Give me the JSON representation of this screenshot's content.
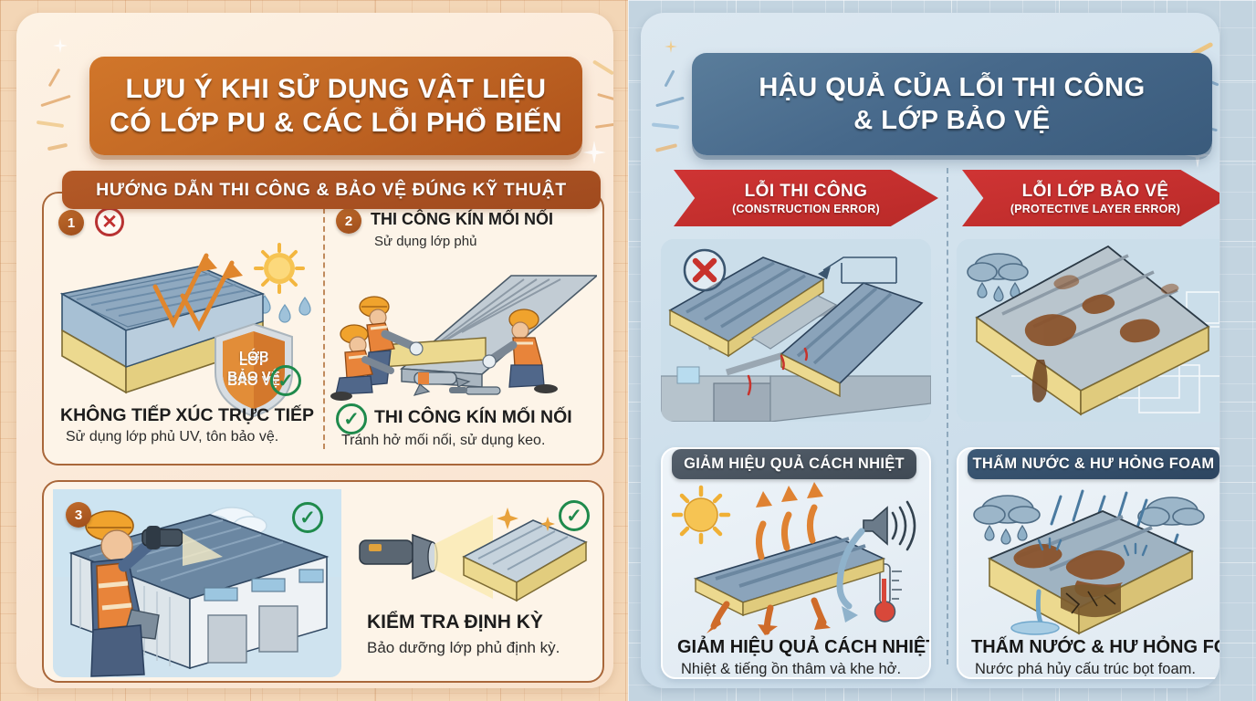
{
  "left": {
    "title_line1": "LƯU Ý KHI SỬ DỤNG VẬT LIỆU",
    "title_line2": "CÓ LỚP PU & CÁC LỖI PHỔ BIẾN",
    "sub_header": "HƯỚNG DẪN THI CÔNG & BẢO VỆ ĐÚNG KỸ THUẬT",
    "items": [
      {
        "number": "1",
        "shield_line1": "LỚP",
        "shield_line2": "BẢO VỆ",
        "caption_title": "KHÔNG TIẾP XÚC TRỰC TIẾP",
        "caption_sub": "Sử dụng lớp phủ UV, tôn bảo vệ."
      },
      {
        "number": "2",
        "head_title": "THI CÔNG KÍN MỐI NỐI",
        "head_sub": "Sử dụng lớp phủ",
        "caption_title": "THI CÔNG KÍN MỐI NỐI",
        "caption_sub": "Tránh hở mối nối, sử dụng keo."
      },
      {
        "number": "3",
        "caption_title": "KIỂM TRA ĐỊNH KỲ",
        "caption_sub": "Bảo dưỡng lớp phủ định kỳ."
      }
    ]
  },
  "right": {
    "title_line1": "HẬU QUẢ CỦA LỖI THI CÔNG",
    "title_line2": "& LỚP BẢO VỆ",
    "arrows": [
      {
        "title": "LỖI THI CÔNG",
        "subtitle": "(CONSTRUCTION ERROR)"
      },
      {
        "title": "LỖI LỚP BẢO VỆ",
        "subtitle": "(PROTECTIVE LAYER ERROR)"
      }
    ],
    "cards": [
      {
        "pill": "GIẢM HIỆU QUẢ CÁCH NHIỆT",
        "caption_title": "GIẢM HIỆU QUẢ CÁCH NHIỆT",
        "caption_sub": "Nhiệt & tiếng ồn thâm và khe hở."
      },
      {
        "pill": "THẤM NƯỚC & HƯ HỎNG FOAM",
        "caption_title": "THẤM NƯỚC & HƯ HỎNG FOAM",
        "caption_sub": "Nước phá hủy cấu trúc bọt foam."
      }
    ]
  },
  "icons": {
    "x": "✕",
    "check": "✓"
  },
  "colors": {
    "orange_header": "#c46a25",
    "orange_subheader": "#a84e20",
    "blue_header": "#47698b",
    "red_arrow": "#bf2d2b",
    "green_check": "#1f8a4c",
    "red_x": "#c13030",
    "left_bg": "#f3d6b6",
    "right_bg": "#c3d4e0",
    "foam_yellow": "#ecd98f",
    "metal_blue": "#7d99b2"
  }
}
